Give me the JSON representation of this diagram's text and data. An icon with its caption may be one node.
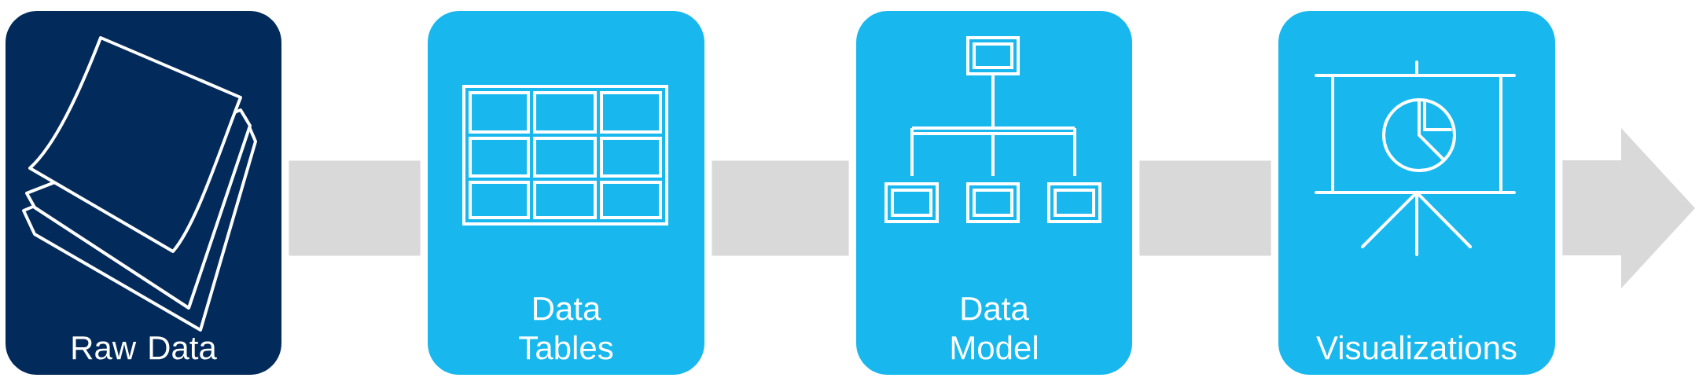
{
  "diagram": {
    "nodes": [
      {
        "text": [
          "Raw Data"
        ]
      },
      {
        "text": [
          "Data Tables"
        ]
      },
      {
        "text": [
          "Data Model"
        ]
      },
      {
        "text": [
          "Visualizations"
        ]
      }
    ],
    "edges": [
      {
        "from": 0,
        "to": 1,
        "arrow": "none"
      },
      {
        "from": 1,
        "to": 2,
        "arrow": "none"
      },
      {
        "from": 2,
        "to": 3,
        "arrow": "none"
      },
      {
        "from": 3,
        "to": null,
        "arrow": "to"
      }
    ]
  }
}
